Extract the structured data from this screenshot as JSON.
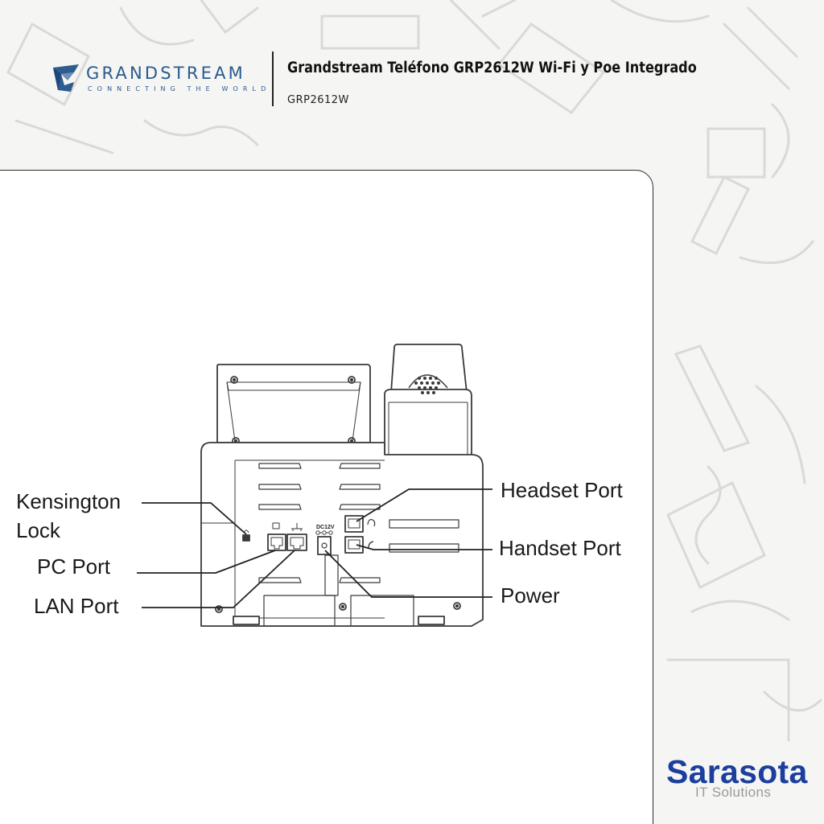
{
  "header": {
    "brand_name": "GRANDSTREAM",
    "brand_tagline": "CONNECTING THE WORLD",
    "product_title": "Grandstream Teléfono GRP2612W Wi-Fi y Poe Integrado",
    "product_model": "GRP2612W"
  },
  "diagram": {
    "callouts": {
      "kensington_line1": "Kensington",
      "kensington_line2": "Lock",
      "pc_port": "PC Port",
      "lan_port": "LAN Port",
      "headset_port": "Headset Port",
      "handset_port": "Handset Port",
      "power": "Power"
    },
    "power_jack_label": "DC12V"
  },
  "footer": {
    "brand": "Sarasota",
    "subtitle": "IT Solutions"
  },
  "colors": {
    "logo_blue": "#2a5a8e",
    "sarasota_blue": "#1c3f9e",
    "line_art": "#3a3a3a"
  }
}
